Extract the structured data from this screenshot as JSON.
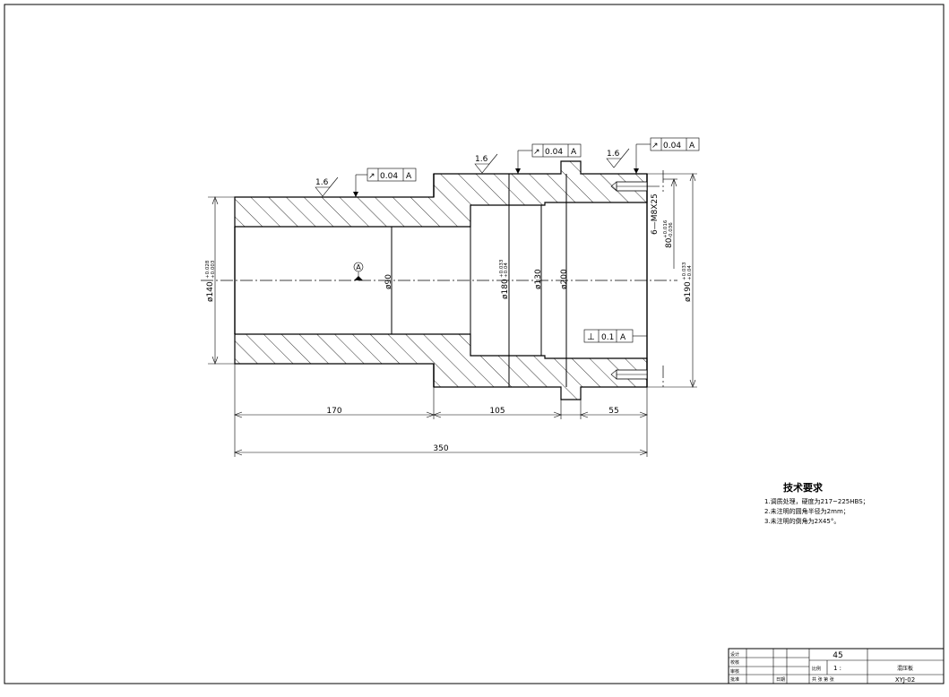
{
  "drawing": {
    "roughness_labels": [
      "1.6",
      "1.6",
      "1.6"
    ],
    "runout_frames": [
      {
        "symbol": "↗",
        "value": "0.04",
        "datum": "A"
      },
      {
        "symbol": "↗",
        "value": "0.04",
        "datum": "A"
      },
      {
        "symbol": "↗",
        "value": "0.04",
        "datum": "A"
      }
    ],
    "perpendicularity": {
      "symbol": "⊥",
      "value": "0.1",
      "datum": "A"
    },
    "datum_label": "A",
    "diameters": {
      "left_outer": "ø140",
      "left_outer_tol_upper": "+0.028",
      "left_outer_tol_lower": "+0.003",
      "bore_small": "ø90",
      "bore_large": "ø180",
      "bore_large_tol_upper": "+0.033",
      "bore_large_tol_lower": "+0.04",
      "groove": "ø130",
      "step": "ø200",
      "right_outer": "ø190",
      "right_outer_tol_upper": "+0.033",
      "right_outer_tol_lower": "+0.04"
    },
    "thread": "6—M8X25",
    "pitch_circle": "80",
    "pitch_tol_upper": "+0.016",
    "pitch_tol_lower": "-0.036",
    "lengths": {
      "seg1": "170",
      "seg2": "105",
      "seg3": "55",
      "total": "350"
    }
  },
  "notes": {
    "title": "技术要求",
    "lines": [
      "1.调质处理，硬度为217~225HBS；",
      "2.未注明的圆角半径为2mm；",
      "3.未注明的倒角为2X45°。"
    ]
  },
  "title_block": {
    "material": "45",
    "scale_label": "比例",
    "scale_value": "1 :",
    "drawing_no": "XYJ-02",
    "part_name": "混压板",
    "row_labels": [
      "设计",
      "校核",
      "审核",
      "批准"
    ],
    "date_label": "日期",
    "sheet_label": "共  张  第  张"
  }
}
